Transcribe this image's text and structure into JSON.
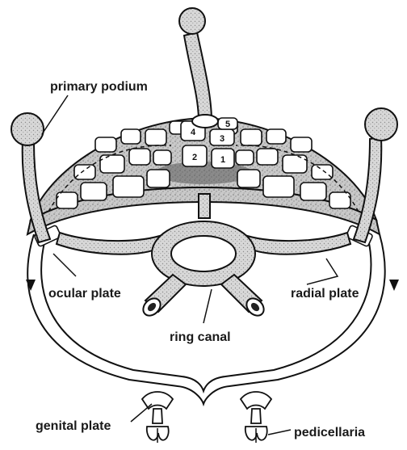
{
  "labels": {
    "primary_podium": "primary podium",
    "ocular_plate": "ocular plate",
    "radial_plate": "radial plate",
    "ring_canal": "ring canal",
    "genital_plate": "genital plate",
    "pedicellaria": "pedicellaria"
  },
  "plate_numbers": [
    "1",
    "2",
    "3",
    "4",
    "5"
  ]
}
